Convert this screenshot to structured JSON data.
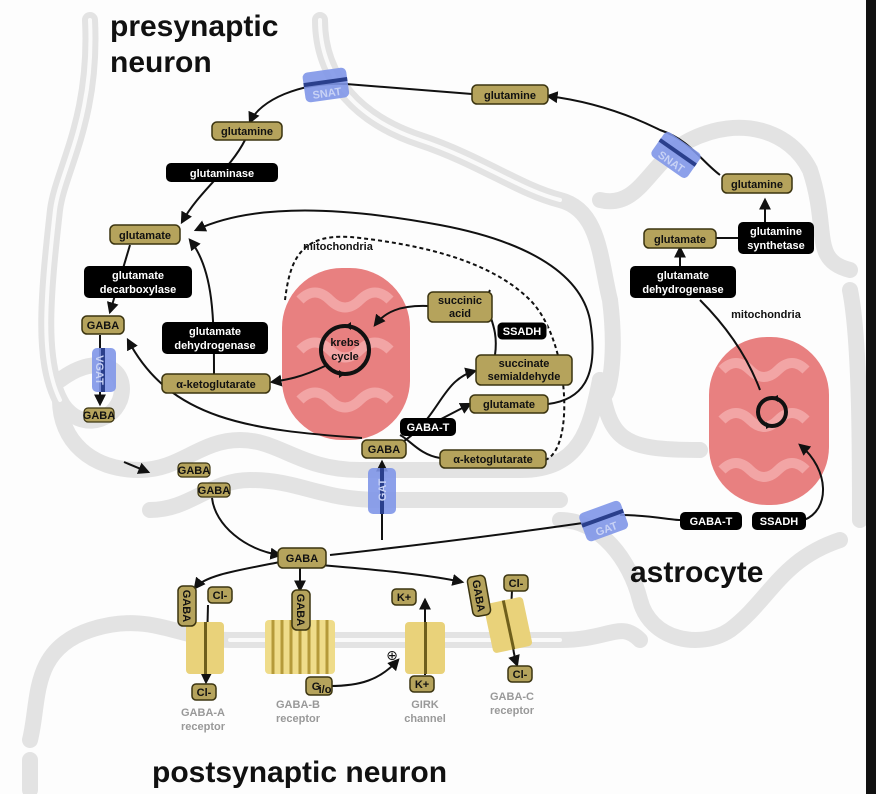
{
  "titles": {
    "presynaptic_line1": "presynaptic",
    "presynaptic_line2": "neuron",
    "astrocyte": "astrocyte",
    "postsynaptic": "postsynaptic neuron",
    "mito_pre": "mitochondria",
    "mito_astro": "mitochondria"
  },
  "labels": {
    "glutamine_top": "glutamine",
    "glutamine_pre": "glutamine",
    "glutaminase": "glutaminase",
    "glutamate_pre": "glutamate",
    "glutamate_decarboxylase_1": "glutamate",
    "glutamate_decarboxylase_2": "decarboxylase",
    "gaba_pre": "GABA",
    "vgat": "VGAT",
    "gaba_vesicle": "GABA",
    "glutamate_dh_1": "glutamate",
    "glutamate_dh_2": "dehydrogenase",
    "alpha_kg_left": "α-ketoglutarate",
    "krebs_1": "krebs",
    "krebs_2": "cycle",
    "succinic_1": "succinic",
    "succinic_2": "acid",
    "ssadh_pre": "SSADH",
    "succ_semi_1": "succinate",
    "succ_semi_2": "semialdehyde",
    "glutamate_mid": "glutamate",
    "gaba_t_pre": "GABA-T",
    "gaba_mid": "GABA",
    "alpha_kg_right": "α-ketoglutarate",
    "gat_pre": "GAT",
    "gaba_cleft_1": "GABA",
    "gaba_cleft_2": "GABA",
    "gaba_center": "GABA",
    "snat_top": "SNAT",
    "snat_astro": "SNAT",
    "glutamine_astro": "glutamine",
    "glutamate_astro": "glutamate",
    "glutamine_synthetase_1": "glutamine",
    "glutamine_synthetase_2": "synthetase",
    "glutamate_dh_astro_1": "glutamate",
    "glutamate_dh_astro_2": "dehydrogenase",
    "gat_astro": "GAT",
    "gaba_t_astro": "GABA-T",
    "ssadh_astro": "SSADH",
    "gaba_a_gaba": "GABA",
    "gaba_a_cl_top": "Cl-",
    "gaba_a_cl_bottom": "Cl-",
    "gaba_a_1": "GABA-A",
    "gaba_a_2": "receptor",
    "gaba_b_gaba": "GABA",
    "gaba_b_g": "G",
    "gaba_b_g_sub": "i/o",
    "gaba_b_1": "GABA-B",
    "gaba_b_2": "receptor",
    "plus": "⊕",
    "girk_k_top": "K+",
    "girk_k_bottom": "K+",
    "girk_1": "GIRK",
    "girk_2": "channel",
    "gaba_c_gaba": "GABA",
    "gaba_c_cl_top": "Cl-",
    "gaba_c_cl_bottom": "Cl-",
    "gaba_c_1": "GABA-C",
    "gaba_c_2": "receptor"
  },
  "colors": {
    "metabolite_fill": "#b5a35c",
    "enzyme_fill": "#000000",
    "transporter": "#7f96e8",
    "mitochondria": "#e88080",
    "membrane": "#e3e3e3",
    "receptor": "#e9d27a"
  }
}
